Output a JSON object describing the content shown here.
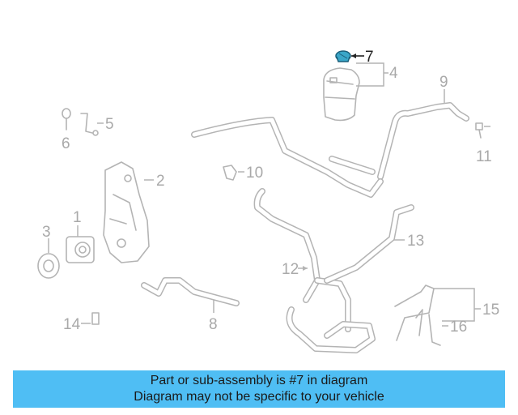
{
  "diagram": {
    "callouts": [
      {
        "id": "1",
        "label": "1"
      },
      {
        "id": "2",
        "label": "2"
      },
      {
        "id": "3",
        "label": "3"
      },
      {
        "id": "4",
        "label": "4"
      },
      {
        "id": "5",
        "label": "5"
      },
      {
        "id": "6",
        "label": "6"
      },
      {
        "id": "7",
        "label": "7"
      },
      {
        "id": "8",
        "label": "8"
      },
      {
        "id": "9",
        "label": "9"
      },
      {
        "id": "10",
        "label": "10"
      },
      {
        "id": "11",
        "label": "11"
      },
      {
        "id": "12",
        "label": "12"
      },
      {
        "id": "13",
        "label": "13"
      },
      {
        "id": "14",
        "label": "14"
      },
      {
        "id": "15",
        "label": "15"
      },
      {
        "id": "16",
        "label": "16"
      }
    ],
    "highlighted_part": "7",
    "highlight_color": "#3aa6c8",
    "line_color": "#b4b4b4"
  },
  "banner": {
    "line1": "Part or sub-assembly is #7 in diagram",
    "line2": "Diagram may not be specific to your vehicle",
    "background": "#4fbef4"
  }
}
